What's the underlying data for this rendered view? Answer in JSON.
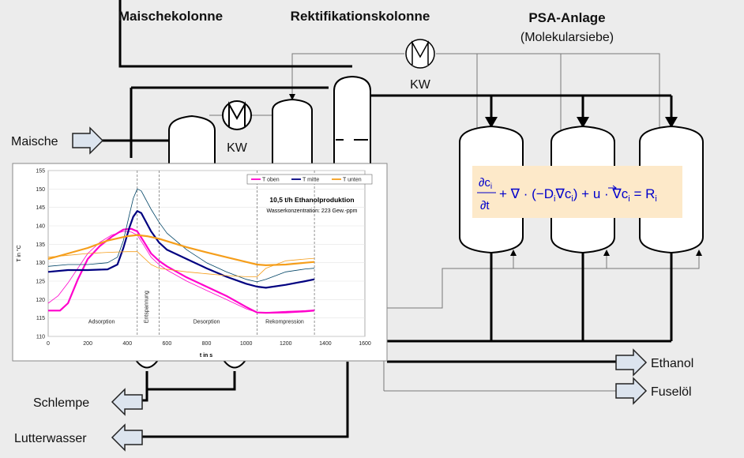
{
  "columns": {
    "maische": "Maischekolonne",
    "rekt": "Rektifikationskolonne",
    "psa_title": "PSA-Anlage",
    "psa_sub": "(Molekularsiebe)"
  },
  "labels": {
    "kw1": "KW",
    "kw2": "KW",
    "maische": "Maische",
    "schlempe": "Schlempe",
    "lutterwasser": "Lutterwasser",
    "ethanol": "Ethanol",
    "fuseloel": "Fuselöl"
  },
  "equation": {
    "num1": "∂c",
    "num1_sub": "i",
    "den1": "∂t",
    "term2": "+ ∇ · (−D",
    "term2_sub": "i",
    "term2b": "∇c",
    "term2b_sub": "i",
    "term2c": ") + ",
    "term3": "u",
    "term3b": " · ∇c",
    "term3b_sub": "i",
    "term3c": " = R",
    "term3c_sub": "i"
  },
  "colors": {
    "background": "#ececec",
    "line": "#000000",
    "equation_bg": "#fde9c9",
    "equation_text": "#0000cc",
    "plot_bg": "#ffffff",
    "T_oben": "#ff00cc",
    "T_mitte": "#000080",
    "T_unten": "#f59e1b"
  },
  "chart_data": {
    "type": "line",
    "title": "10,5 t/h Ethanolproduktion",
    "subtitle": "Wasserkonzentration: 223 Gew.-ppm",
    "xlabel": "t in s",
    "ylabel": "T in °C",
    "xlim": [
      0,
      1600
    ],
    "ylim": [
      110,
      155
    ],
    "xticks": [
      0,
      200,
      400,
      600,
      800,
      1000,
      1200,
      1400,
      1600
    ],
    "yticks": [
      110,
      115,
      120,
      125,
      130,
      135,
      140,
      145,
      150,
      155
    ],
    "phase_lines": [
      450,
      560,
      1055,
      1345
    ],
    "phases": [
      {
        "label": "Adsorption",
        "x": 270
      },
      {
        "label": "Entspannung",
        "x": 505,
        "vertical": true
      },
      {
        "label": "Desorption",
        "x": 800
      },
      {
        "label": "Rekompression",
        "x": 1195
      }
    ],
    "legend": [
      "T oben",
      "T mitte",
      "T unten"
    ],
    "series": [
      {
        "name": "T oben",
        "color": "#ff00cc",
        "width": 2.2,
        "x": [
          0,
          60,
          100,
          150,
          200,
          260,
          320,
          380,
          420,
          450,
          480,
          520,
          560,
          600,
          700,
          800,
          900,
          1000,
          1055,
          1100,
          1200,
          1300,
          1345
        ],
        "y": [
          117,
          117,
          119,
          125.5,
          131,
          134.5,
          137,
          139,
          139.2,
          138.5,
          136,
          132.5,
          130.5,
          129,
          126,
          123.5,
          121,
          118,
          116.5,
          116.4,
          116.5,
          116.8,
          117
        ]
      },
      {
        "name": "T oben",
        "color": "#ff00cc",
        "width": 0.8,
        "x": [
          0,
          50,
          100,
          150,
          200,
          260,
          320,
          380,
          420,
          450,
          480,
          520,
          560,
          600,
          700,
          800,
          900,
          1000,
          1055,
          1100,
          1200,
          1300,
          1345
        ],
        "y": [
          119,
          121,
          124.5,
          128.5,
          132.5,
          135.5,
          137.5,
          138.5,
          138.3,
          137.5,
          135,
          131.5,
          129.5,
          128,
          125,
          122.5,
          120,
          117.5,
          116.5,
          116.5,
          116.8,
          117,
          117.2
        ]
      },
      {
        "name": "T mitte",
        "color": "#000080",
        "width": 2.2,
        "x": [
          0,
          100,
          200,
          300,
          350,
          380,
          410,
          430,
          450,
          470,
          490,
          520,
          560,
          600,
          700,
          800,
          900,
          1000,
          1055,
          1100,
          1200,
          1300,
          1345
        ],
        "y": [
          127.5,
          128,
          128,
          128.2,
          129.5,
          134,
          139.5,
          142.5,
          144,
          143.5,
          141.5,
          138.5,
          135.5,
          133.5,
          131,
          128.5,
          126.2,
          124.3,
          123.5,
          123.2,
          124,
          125,
          125.5
        ]
      },
      {
        "name": "T mitte",
        "color": "#004466",
        "width": 0.8,
        "x": [
          0,
          100,
          200,
          300,
          350,
          380,
          410,
          430,
          450,
          470,
          490,
          520,
          560,
          600,
          700,
          800,
          900,
          1000,
          1055,
          1100,
          1200,
          1300,
          1345
        ],
        "y": [
          129,
          129.5,
          129.5,
          130,
          131.5,
          136,
          143,
          147.5,
          150,
          149.5,
          147.5,
          144.5,
          141,
          138,
          133.5,
          130,
          127.5,
          125.5,
          124.8,
          125.5,
          127.5,
          128.3,
          128.5
        ]
      },
      {
        "name": "T unten",
        "color": "#f59e1b",
        "width": 2.2,
        "x": [
          0,
          100,
          200,
          300,
          400,
          450,
          500,
          560,
          700,
          800,
          900,
          1000,
          1055,
          1100,
          1200,
          1300,
          1345
        ],
        "y": [
          131,
          132.5,
          134,
          136,
          137.2,
          137.5,
          137.2,
          136.5,
          134.2,
          132.8,
          131.5,
          130.2,
          129.5,
          129.3,
          129.5,
          130,
          130.2
        ]
      },
      {
        "name": "T unten",
        "color": "#f59e1b",
        "width": 0.8,
        "x": [
          0,
          100,
          200,
          300,
          400,
          450,
          480,
          520,
          560,
          700,
          800,
          900,
          1000,
          1055,
          1100,
          1200,
          1300,
          1345
        ],
        "y": [
          131.5,
          132,
          132.5,
          132.8,
          133,
          133,
          131.5,
          129.5,
          128.5,
          127.5,
          127,
          126.5,
          126.2,
          126.2,
          128.5,
          130.5,
          131,
          131.2
        ]
      }
    ]
  }
}
